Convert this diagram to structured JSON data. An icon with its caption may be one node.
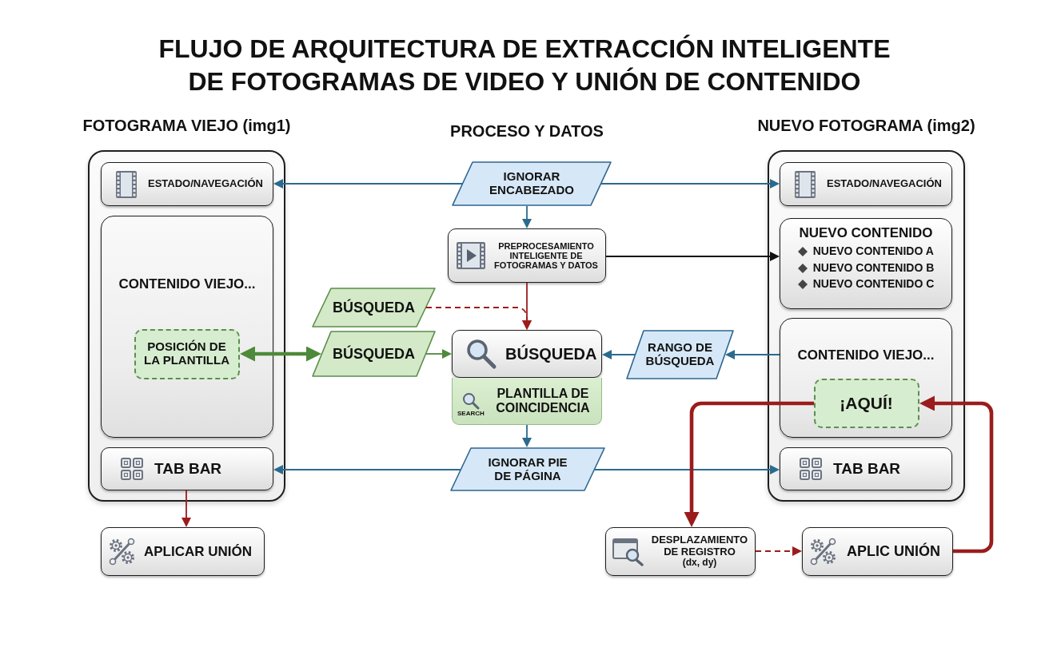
{
  "diagram": {
    "title": "FLUJO DE ARQUITECTURA DE EXTRACCIÓN INTELIGENTE DE FOTOGRAMAS DE VIDEO Y UNIÓN DE CONTENIDO",
    "nodes": [
      {
        "text": [
          "FOTOGRAMA VIEJO (img1)"
        ]
      },
      {
        "text": [
          "ESTADO/NAVEGACIÓN"
        ],
        "in": 0
      },
      {
        "text": [
          "CONTENIDO VIEJO..."
        ],
        "in": 0
      },
      {
        "text": [
          "POSICIÓN DE LA PLANTILLA"
        ],
        "in": 2
      },
      {
        "text": [
          "TAB BAR"
        ],
        "in": 0
      },
      {
        "text": [
          "APLICAR UNIÓN"
        ]
      },
      {
        "text": [
          "IGNORAR ENCABEZADO"
        ]
      },
      {
        "text": [
          "PREPROCESAMIENTO INTELIGENTE DE FOTOGRAMAS Y DATOS"
        ]
      },
      {
        "text": [
          "BÚSQUEDA"
        ]
      },
      {
        "text": [
          "BÚSQUEDA"
        ]
      },
      {
        "text": [
          "BÚSQUEDA"
        ]
      },
      {
        "text": [
          "PLANTILLA DE COINCIDENCIA",
          "SEARCH"
        ]
      },
      {
        "text": [
          "IGNORAR PIE DE PÁGINA"
        ]
      },
      {
        "text": [
          "RANGO DE BÚSQUEDA"
        ]
      },
      {
        "text": [
          "NUEVO FOTOGRAMA (img2)"
        ]
      },
      {
        "text": [
          "ESTADO/NAVEGACIÓN"
        ],
        "in": 14
      },
      {
        "text": [
          "NUEVO CONTENIDO",
          "NUEVO CONTENIDO A",
          "NUEVO CONTENIDO B",
          "NUEVO CONTENIDO C"
        ],
        "in": 14
      },
      {
        "text": [
          "CONTENIDO VIEJO..."
        ],
        "in": 14
      },
      {
        "text": [
          "¡AQUÍ!"
        ],
        "in": 17
      },
      {
        "text": [
          "TAB BAR"
        ],
        "in": 14
      },
      {
        "text": [
          "DESPLAZAMIENTO DE REGISTRO",
          "(dx, dy)"
        ]
      },
      {
        "text": [
          "APLIC UNIÓN"
        ]
      }
    ],
    "edges": [
      {
        "from": 6,
        "to": 1,
        "arrow": "to"
      },
      {
        "from": 6,
        "to": 15,
        "arrow": "to"
      },
      {
        "from": 6,
        "to": 7,
        "arrow": "to"
      },
      {
        "from": 7,
        "to": 16,
        "arrow": "to",
        "color": "#111111"
      },
      {
        "from": 7,
        "to": 10,
        "arrow": "to",
        "color": "#9b1c1c"
      },
      {
        "from": 8,
        "to": 10,
        "arrow": "to",
        "style": "dashed",
        "color": "#9b1c1c"
      },
      {
        "from": 3,
        "to": 9,
        "arrow": "both",
        "style": "thick",
        "color": "#4d8a3a"
      },
      {
        "from": 9,
        "to": 10,
        "arrow": "to",
        "color": "#4d8a3a"
      },
      {
        "from": 17,
        "to": 13,
        "arrow": "to"
      },
      {
        "from": 13,
        "to": 10,
        "arrow": "to"
      },
      {
        "from": 11,
        "to": 12,
        "arrow": "to"
      },
      {
        "from": 12,
        "to": 4,
        "arrow": "to"
      },
      {
        "from": 12,
        "to": 19,
        "arrow": "to"
      },
      {
        "from": 4,
        "to": 5,
        "arrow": "to",
        "color": "#9b1c1c"
      },
      {
        "from": 18,
        "to": 20,
        "arrow": "to",
        "style": "thick",
        "color": "#9b1c1c"
      },
      {
        "from": 20,
        "to": 21,
        "arrow": "to",
        "style": "dashed",
        "color": "#9b1c1c"
      },
      {
        "from": 21,
        "to": 18,
        "arrow": "to",
        "style": "thick",
        "color": "#9b1c1c"
      }
    ],
    "labels": [
      "PROCESO Y DATOS"
    ]
  }
}
